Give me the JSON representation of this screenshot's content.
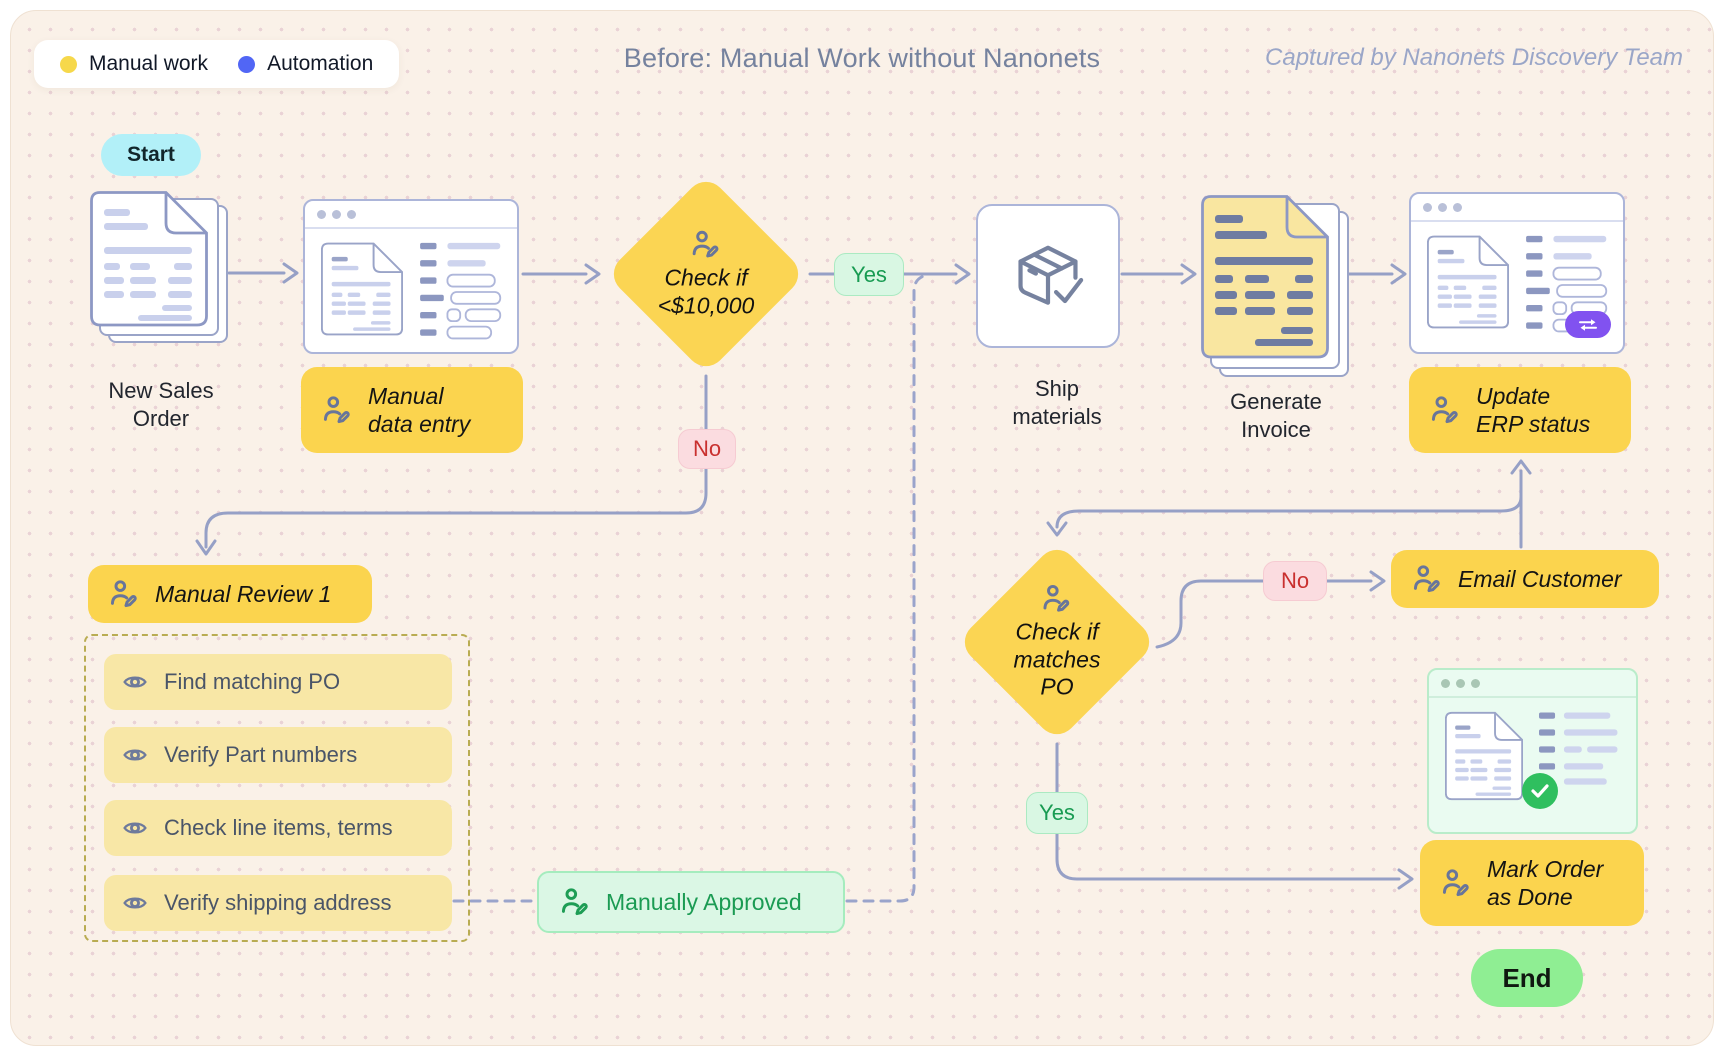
{
  "legend": {
    "manual": "Manual work",
    "automation": "Automation"
  },
  "header": {
    "title": "Before: Manual Work without Nanonets",
    "caption": "Captured by Nanonets Discovery Team"
  },
  "flow": {
    "start": "Start",
    "end": "End",
    "new_sales_order": "New Sales\nOrder",
    "manual_data_entry": "Manual\ndata entry",
    "check_amount": "Check if\n<$10,000",
    "yes1": "Yes",
    "no1": "No",
    "ship_materials": "Ship\nmaterials",
    "generate_invoice": "Generate\nInvoice",
    "update_erp": "Update\nERP status",
    "manual_review": "Manual Review 1",
    "review_items": [
      "Find matching PO",
      "Verify Part numbers",
      "Check line items, terms",
      "Verify shipping address"
    ],
    "manually_approved": "Manually Approved",
    "check_po": "Check if\nmatches\nPO",
    "no2": "No",
    "yes2": "Yes",
    "email_customer": "Email Customer",
    "mark_done": "Mark Order\nas Done"
  },
  "colors": {
    "manual_work_dot": "#F6D84B",
    "automation_dot": "#5166F5",
    "node_yellow": "#FBD44E",
    "connector": "#96A0C6",
    "yes_green": "#189B52",
    "no_red": "#C9302F",
    "approved_bg": "#DBF7E5",
    "start_cyan": "#B2F0F8",
    "end_green": "#8FEE93",
    "sync_purple": "#8152F0",
    "canvas_bg": "#FAF1E8"
  }
}
